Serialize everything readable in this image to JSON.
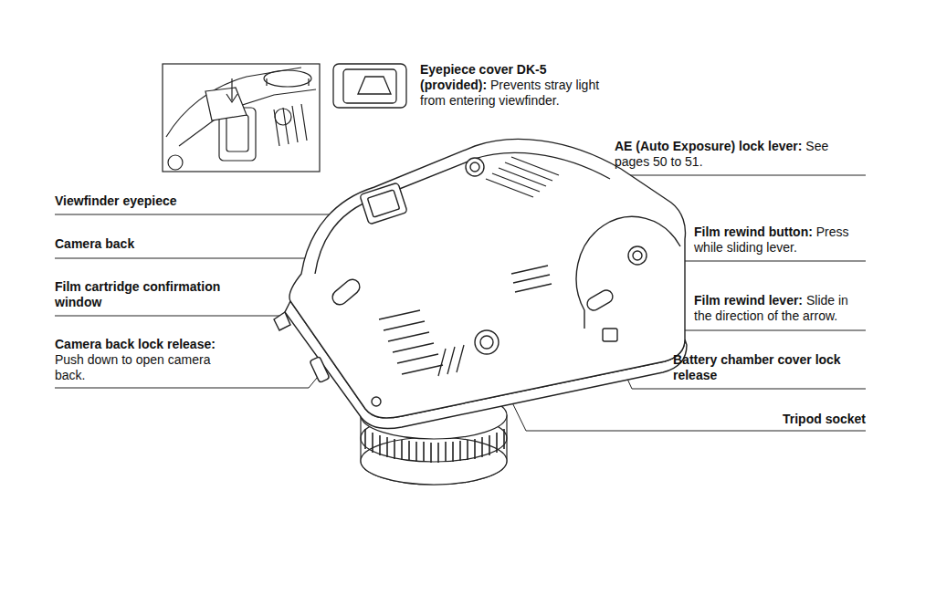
{
  "diagram": {
    "labels": [
      "Eyepiece cover DK-5 (provided):",
      "Prevents stray light from entering viewfinder.",
      "AE (Auto Exposure) lock lever:",
      "See pages 50 to 51.",
      "Viewfinder eyepiece",
      "Camera back",
      "Film rewind button:",
      "Press while sliding lever.",
      "Film cartridge confirmation window",
      "Film rewind lever:",
      "Slide in the direction of the arrow.",
      "Camera back lock release:",
      "Push down to open camera back.",
      "Battery chamber cover lock release",
      "Tripod socket"
    ]
  }
}
